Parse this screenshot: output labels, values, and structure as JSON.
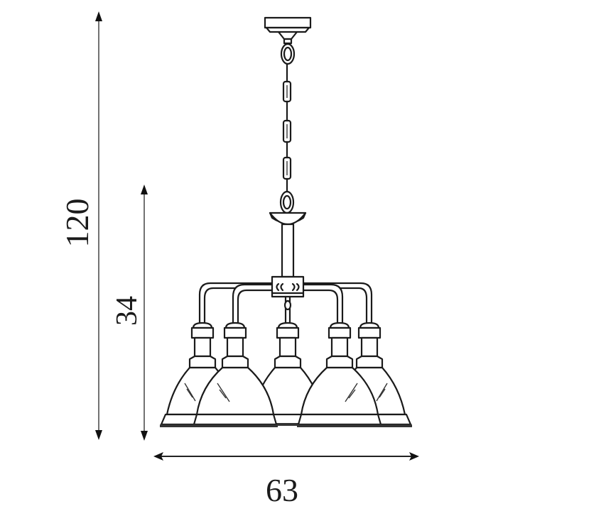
{
  "diagram": {
    "subject": "5-light pendant chandelier with chain and bell-shaped glass shades",
    "dimensions": {
      "total_height": {
        "value": "120",
        "orientation": "vertical"
      },
      "body_height": {
        "value": "34",
        "orientation": "vertical"
      },
      "width": {
        "value": "63",
        "orientation": "horizontal"
      }
    },
    "components": {
      "ceiling_canopy": "canopy",
      "chain_links": 3,
      "stem": "central rod",
      "hub": "arm junction block",
      "arms": 4,
      "shades": 5
    },
    "colors": {
      "line": "#1a1a1a",
      "background": "#ffffff"
    }
  }
}
